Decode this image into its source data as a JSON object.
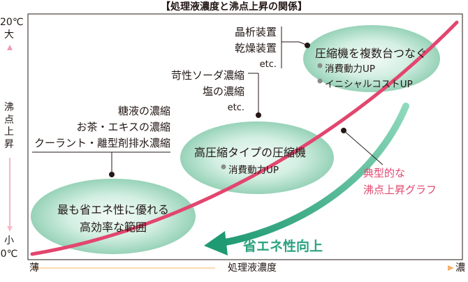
{
  "title": "【処理液濃度と沸点上昇の関係】",
  "y_axis": {
    "top_value": "20℃",
    "top_word": "大",
    "label_chars": [
      "沸",
      "点",
      "上",
      "昇"
    ],
    "bottom_word": "小",
    "bottom_value": "0℃"
  },
  "x_axis": {
    "left_label": "薄",
    "center_label": "処理液濃度",
    "right_label": "濃"
  },
  "groups": {
    "high": {
      "items": [
        "晶析装置",
        "乾燥装置",
        "etc."
      ],
      "bubble_title": "圧縮機を複数台つなぐ",
      "notes": [
        "消費動力UP",
        "イニシャルコストUP"
      ]
    },
    "mid": {
      "items": [
        "苛性ソーダ濃縮",
        "塩の濃縮",
        "etc."
      ],
      "bubble_title": "高圧縮タイプの圧縮機",
      "notes": [
        "消費動力UP"
      ]
    },
    "low": {
      "items": [
        "糖液の濃縮",
        "お茶・エキスの濃縮",
        "クーラント・離型剤排水濃縮"
      ],
      "bubble_lines": [
        "最も省エネ性に優れる",
        "高効率な範囲"
      ]
    }
  },
  "curve_label": [
    "典型的な",
    "沸点上昇グラフ"
  ],
  "energy_saving_label": "省エネ性向上",
  "colors": {
    "curve": "#e2466e",
    "arrow": "#2ba27e",
    "bubble": "#a8dbc5",
    "y_arrow": "#f4a5b8",
    "x_arrow": "#f7c48a"
  }
}
